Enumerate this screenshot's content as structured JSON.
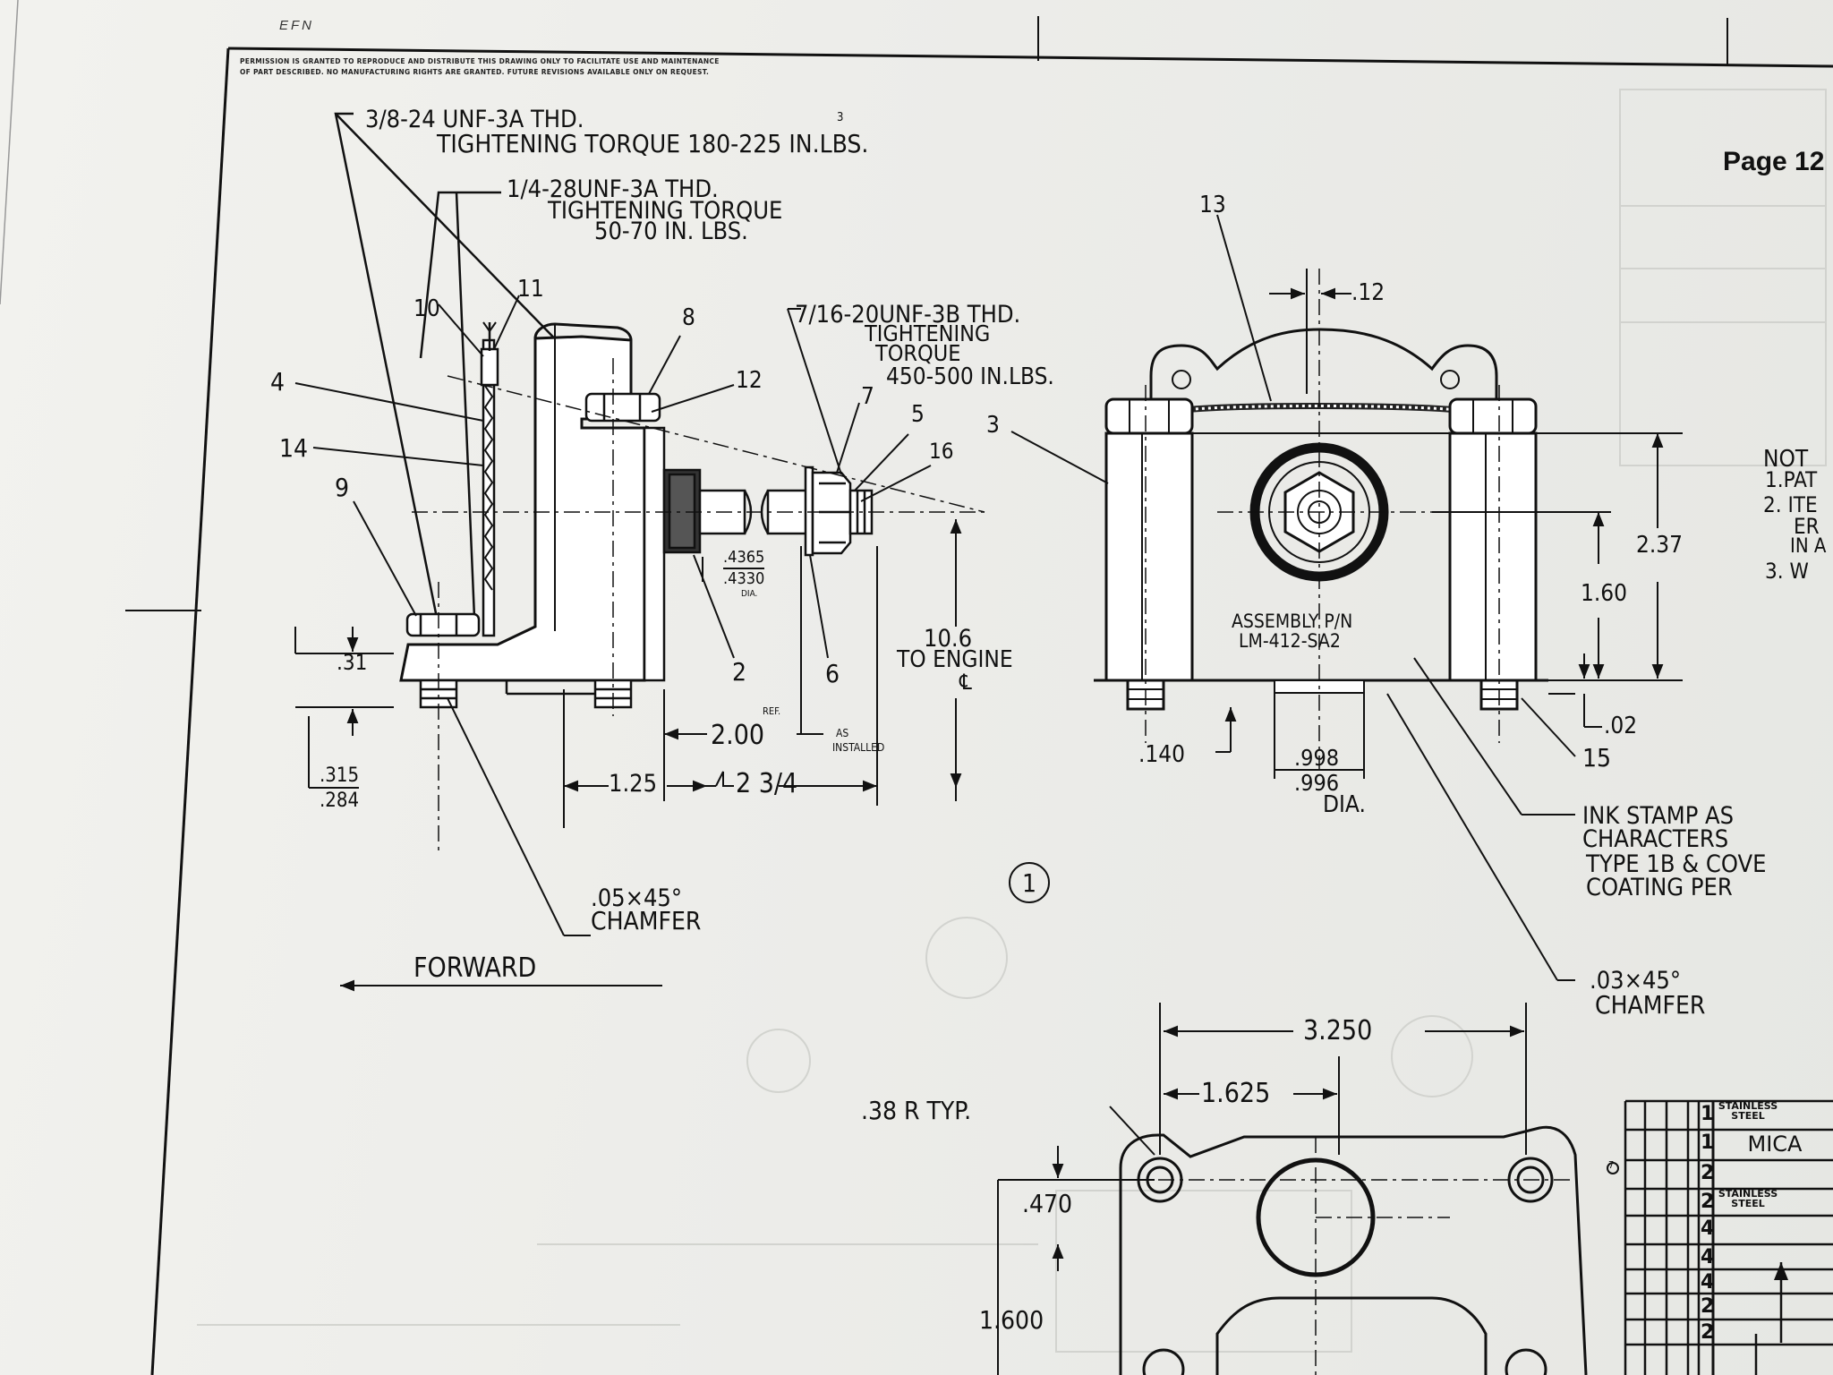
{
  "header": {
    "efn": "EFN",
    "notice_line1": "PERMISSION IS GRANTED TO REPRODUCE AND DISTRIBUTE THIS DRAWING ONLY TO FACILITATE USE AND MAINTENANCE",
    "notice_line2": "OF PART DESCRIBED. NO MANUFACTURING RIGHTS ARE GRANTED. FUTURE REVISIONS AVAILABLE ONLY ON REQUEST.",
    "page": "Page 12"
  },
  "side_view": {
    "thread_38": "3/8-24 UNF-3A THD.",
    "torque_38": "TIGHTENING TORQUE 180-225 IN.LBS.",
    "circle3": "3",
    "thread_14": "1/4-28UNF-3A THD.",
    "torque_14a": "TIGHTENING TORQUE",
    "torque_14b": "50-70 IN. LBS.",
    "callouts": {
      "c10": "10",
      "c11": "11",
      "c8": "8",
      "c12": "12",
      "c4": "4",
      "c14": "14",
      "c9": "9",
      "c7": "7",
      "c5": "5",
      "c16": "16",
      "c2": "2",
      "c6": "6"
    },
    "thread_716": "7/16-20UNF-3B THD.",
    "torque_716a": "TIGHTENING",
    "torque_716b": "TORQUE",
    "torque_716c": "450-500 IN.LBS.",
    "dia_top": ".4365",
    "dia_bot": ".4330",
    "dia_lbl": "DIA.",
    "dim_31": ".31",
    "dim_315": ".315",
    "dim_284": ".284",
    "dim_200": "2.00",
    "ref": "REF.",
    "as": "AS",
    "installed": "INSTALLED",
    "dim_125": "1.25",
    "dim_234": "2 3/4",
    "dim_106": "10.6",
    "to_engine": "TO ENGINE",
    "cl": "℄",
    "chamfer_a": ".05×45°",
    "chamfer_b": "CHAMFER",
    "forward": "FORWARD",
    "view_num": "1"
  },
  "front_view": {
    "c13": "13",
    "c3": "3",
    "c15": "15",
    "dim_12": ".12",
    "assembly_a": "ASSEMBLY P/N",
    "assembly_b": "LM-412-SA2",
    "dim_237": "2.37",
    "dim_160": "1.60",
    "dim_02": ".02",
    "dim_140": ".140",
    "dia_998": ".998",
    "dia_996": ".996",
    "dia": "DIA.",
    "ink_a": "INK STAMP AS",
    "ink_b": "CHARACTERS",
    "ink_c": "TYPE 1B & COVE",
    "ink_d": "COATING PER",
    "chamfer_a": ".03×45°",
    "chamfer_b": "CHAMFER"
  },
  "notes": {
    "title": "NOT",
    "n1": "1.PAT",
    "n2a": "2. ITE",
    "n2b": "ER",
    "n2c": "IN A",
    "n3": "3. W"
  },
  "plan_view": {
    "dim_3250": "3.250",
    "dim_1625": "1.625",
    "radius": ".38 R TYP.",
    "dim_470": ".470",
    "dim_1600": "1.600",
    "circle7": "7"
  },
  "materials": [
    {
      "qty": "1",
      "mat": "STAINLESS STEEL"
    },
    {
      "qty": "1",
      "mat": "MICA"
    },
    {
      "qty": "2",
      "mat": ""
    },
    {
      "qty": "2",
      "mat": "STAINLESS STEEL"
    },
    {
      "qty": "4",
      "mat": ""
    },
    {
      "qty": "4",
      "mat": ""
    },
    {
      "qty": "4",
      "mat": ""
    },
    {
      "qty": "2",
      "mat": ""
    },
    {
      "qty": "2",
      "mat": ""
    }
  ]
}
